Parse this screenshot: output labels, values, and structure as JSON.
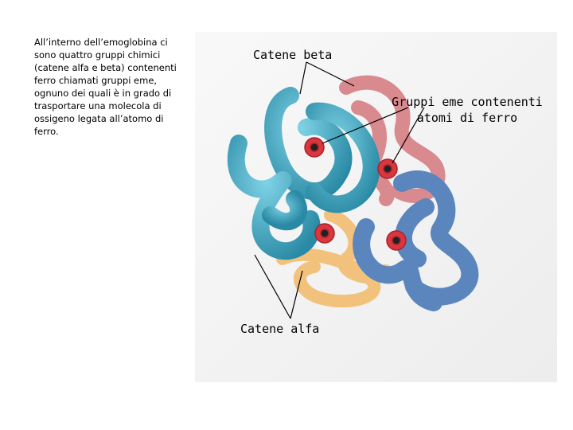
{
  "caption": "All’interno dell’emoglobina ci sono quattro gruppi chimici (catene alfa e beta) contenenti ferro chiamati gruppi eme, ognuno dei quali è in grado di trasportare una molecola di ossigeno legata all’atomo di ferro.",
  "labels": {
    "beta": "Catene beta",
    "heme": "Gruppi eme contenenti atomi di ferro",
    "alfa": "Catene alfa"
  },
  "colors": {
    "beta_chain_1": "#3aa6c0",
    "beta_chain_2": "#5b86bd",
    "alpha_chain_1": "#d98a8f",
    "alpha_chain_2": "#f2c27d",
    "heme": "#d9363e",
    "background_panel": "#f0f0f0"
  }
}
